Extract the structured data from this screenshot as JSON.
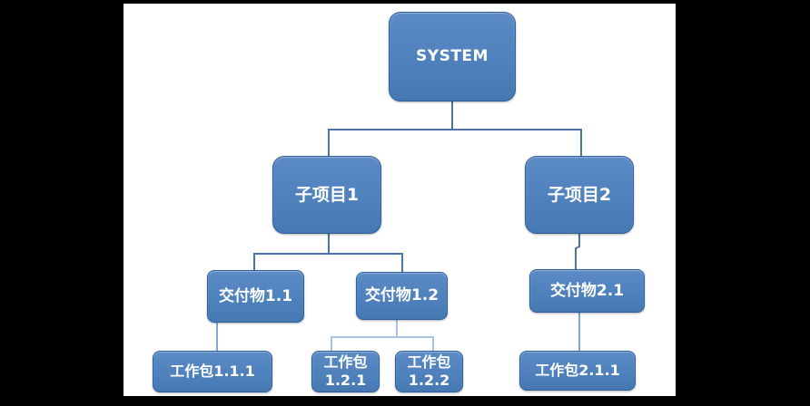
{
  "diagram": {
    "type": "wbs-tree",
    "nodes": {
      "system": {
        "label": "SYSTEM"
      },
      "sub1": {
        "label": "子项目1"
      },
      "sub2": {
        "label": "子项目2"
      },
      "deliv11": {
        "label": "交付物1.1"
      },
      "deliv12": {
        "label": "交付物1.2"
      },
      "deliv21": {
        "label": "交付物2.1"
      },
      "wp111": {
        "label": "工作包1.1.1"
      },
      "wp121": {
        "line1": "工作包",
        "line2": "1.2.1"
      },
      "wp122": {
        "line1": "工作包",
        "line2": "1.2.2"
      },
      "wp211": {
        "label": "工作包2.1.1"
      }
    },
    "edges": [
      {
        "from": "SYSTEM",
        "to": "子项目1"
      },
      {
        "from": "SYSTEM",
        "to": "子项目2"
      },
      {
        "from": "子项目1",
        "to": "交付物1.1"
      },
      {
        "from": "子项目1",
        "to": "交付物1.2"
      },
      {
        "from": "子项目2",
        "to": "交付物2.1"
      },
      {
        "from": "交付物1.1",
        "to": "工作包1.1.1"
      },
      {
        "from": "交付物1.2",
        "to": "工作包1.2.1"
      },
      {
        "from": "交付物1.2",
        "to": "工作包1.2.2"
      },
      {
        "from": "交付物2.1",
        "to": "工作包2.1.1"
      }
    ],
    "colors": {
      "node_fill": "#4F81BD",
      "node_border": "#30609C",
      "text": "#FFFFFF",
      "connector_main": "#4C72A8",
      "connector_medium": "#7FA8D4",
      "connector_light": "#A8C4E4",
      "canvas_background": "#FFFFFF",
      "frame_background": "#000000"
    }
  }
}
